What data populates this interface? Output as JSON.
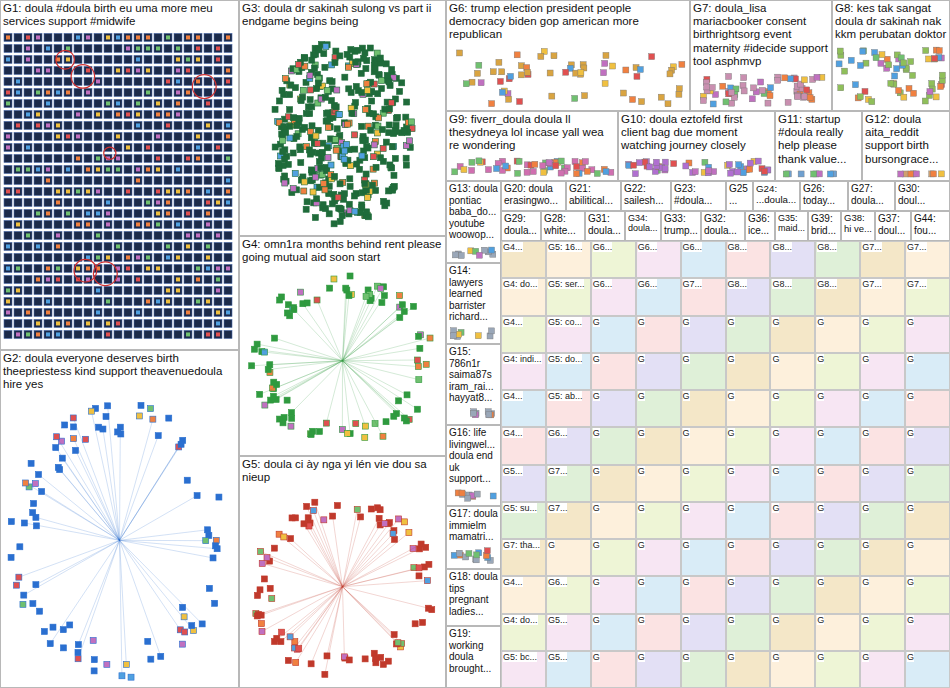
{
  "diagram": {
    "nodes": [
      {
        "text": [
          "G1: doula #doula birth eu uma more meu services support #midwife"
        ]
      },
      {
        "text": [
          "G3: doula dr sakinah sulong vs part ii endgame begins being"
        ]
      },
      {
        "text": [
          "G6: trump election president people democracy biden gop american more republican"
        ]
      },
      {
        "text": [
          "G7: doula_lisa mariacbooker consent birthrightsorg event maternity #idecide support tool asphmvp"
        ]
      },
      {
        "text": [
          "G8: kes tak sangat doula dr sakinah nak kkm perubatan doktor"
        ]
      },
      {
        "text": [
          "G9: fiverr_doula doula ll thesydneya lol incase yall wea re wondering"
        ]
      },
      {
        "text": [
          "G10: doula eztofeld first client bag due moment watching journey closely"
        ]
      },
      {
        "text": [
          "G11: startup #doula really help please thank value..."
        ]
      },
      {
        "text": [
          "G12: doula aita_reddit support birth bursongrace..."
        ]
      },
      {
        "text": [
          "G13: doula pontiac baba_do... youtube woowop..."
        ]
      },
      {
        "text": [
          "G20: doula erasingwo..."
        ]
      },
      {
        "text": [
          "G21: abilitical..."
        ]
      },
      {
        "text": [
          "G22: sailesh..."
        ]
      },
      {
        "text": [
          "G23: #doula..."
        ]
      },
      {
        "text": [
          "G25..."
        ]
      },
      {
        "text": [
          "G24: ...doula..."
        ]
      },
      {
        "text": [
          "G26: today..."
        ]
      },
      {
        "text": [
          "G27: doula..."
        ]
      },
      {
        "text": [
          "G30: doul..."
        ]
      },
      {
        "text": [
          "G29: doula..."
        ]
      },
      {
        "text": [
          "G28: white..."
        ]
      },
      {
        "text": [
          "G31: doula..."
        ]
      },
      {
        "text": [
          "G34: doula..."
        ]
      },
      {
        "text": [
          "G33: trump..."
        ]
      },
      {
        "text": [
          "G32: doula..."
        ]
      },
      {
        "text": [
          "G36: ice..."
        ]
      },
      {
        "text": [
          "G35: maid..."
        ]
      },
      {
        "text": [
          "G39: brid..."
        ]
      },
      {
        "text": [
          "G38: hi ve..."
        ]
      },
      {
        "text": [
          "G37: doul..."
        ]
      },
      {
        "text": [
          "G44: fou..."
        ]
      },
      {
        "text": [
          "G14: lawyers learned barrister richard..."
        ]
      },
      {
        "text": [
          "G15: 786n1r saima87s iram_rai... hayyat8..."
        ]
      },
      {
        "text": [
          "G16: life livingwel... doula end uk support..."
        ]
      },
      {
        "text": [
          "G17: doula immielm mamatri..."
        ]
      },
      {
        "text": [
          "G18: doula tips pregnant ladies..."
        ]
      },
      {
        "text": [
          "G19: working doula brought..."
        ]
      },
      {
        "text": [
          "G2: doula everyone deserves birth theepriestess kind support theavenuedoula hire yes"
        ]
      },
      {
        "text": [
          "G4: omn1ra months behind rent please going mutual aid soon start"
        ]
      },
      {
        "text": [
          "G5: doula ci ày nga yi lén vie dou sa nieup"
        ]
      }
    ],
    "edges": [
      {
        "from": 37,
        "to": 38,
        "arrow": "none"
      },
      {
        "from": 1,
        "to": 38,
        "arrow": "none"
      },
      {
        "from": 38,
        "to": 39,
        "arrow": "none"
      }
    ],
    "labels": [
      "G4...",
      "G5: 16...",
      "G6...",
      "G6...",
      "G6...",
      "G8...",
      "G8...",
      "G8...",
      "G7...",
      "G7...",
      "G4: do...",
      "G5: ser...",
      "G6...",
      "G6...",
      "G7...",
      "G8...",
      "G8...",
      "G8...",
      "G7...",
      "G7...",
      "G4...",
      "G5: co...",
      "G",
      "G",
      "G",
      "G",
      "G",
      "G",
      "G",
      "G",
      "G4: indi...",
      "G5: do...",
      "G",
      "G",
      "G",
      "G",
      "G",
      "G",
      "G",
      "G",
      "G4...",
      "G5: ab...",
      "G",
      "G",
      "G",
      "G",
      "G",
      "G",
      "G",
      "G",
      "G4...",
      "G6...",
      "G",
      "G",
      "G",
      "G",
      "G",
      "G",
      "G",
      "G",
      "G5...",
      "G7...",
      "G",
      "G",
      "G",
      "G",
      "G",
      "G",
      "G",
      "G",
      "G5: su...",
      "G7...",
      "G",
      "G",
      "G",
      "G",
      "G",
      "G",
      "G",
      "G",
      "G7: tha...",
      "G",
      "G",
      "G",
      "G",
      "G",
      "G",
      "G",
      "G",
      "G",
      "G4...",
      "G6...",
      "G",
      "G",
      "G",
      "G",
      "G",
      "G",
      "G",
      "G",
      "G4: do...",
      "G5...",
      "G",
      "G",
      "G",
      "G",
      "G",
      "G",
      "G",
      "G",
      "G5: bc...",
      "G5...",
      "G",
      "G",
      "G",
      "G",
      "G",
      "G",
      "G",
      "G"
    ]
  }
}
